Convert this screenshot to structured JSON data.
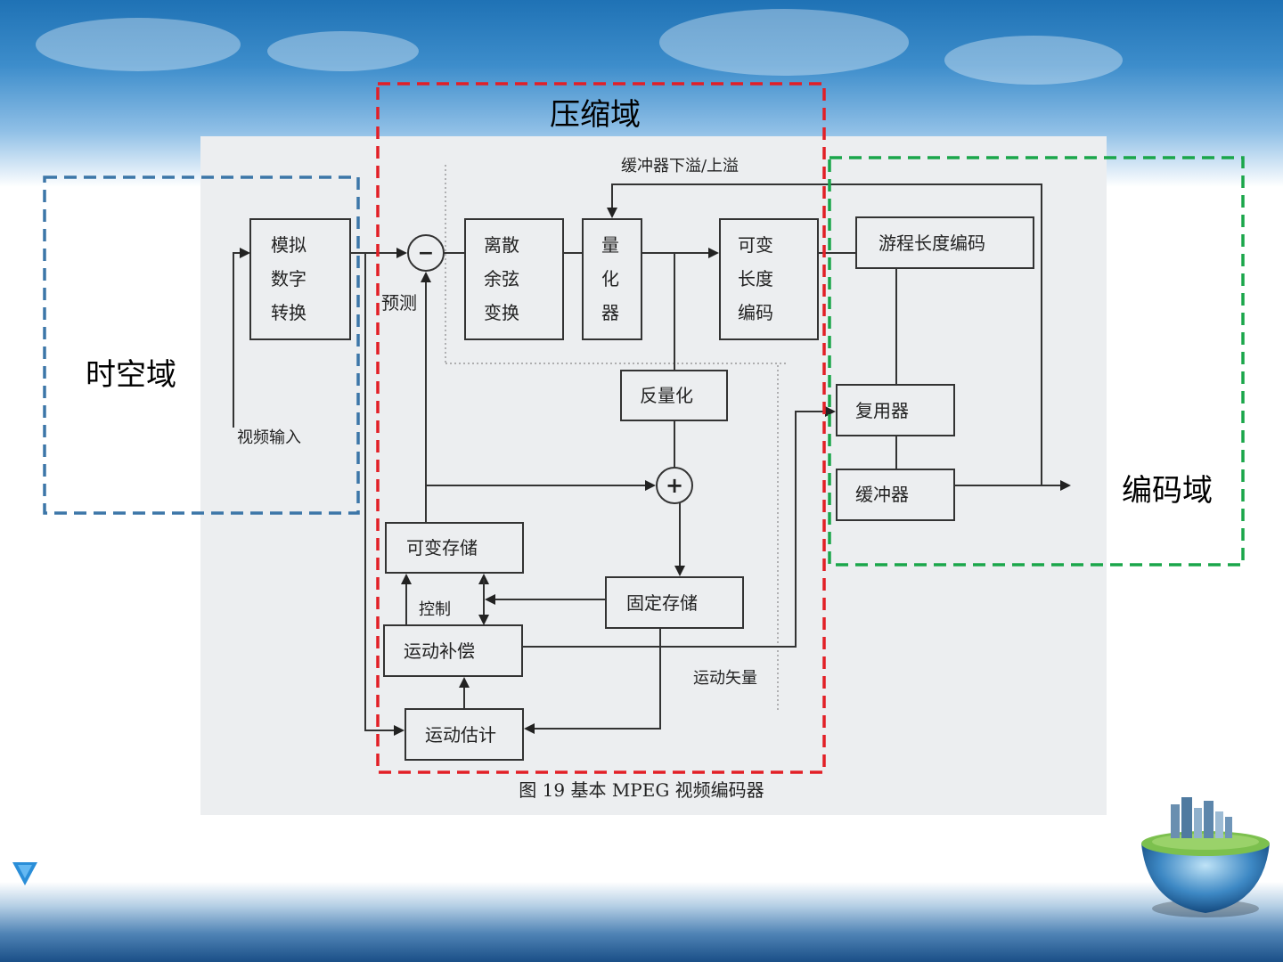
{
  "regions": {
    "compressed": "压缩域",
    "spatiotemporal": "时空域",
    "encoding": "编码域"
  },
  "blocks": {
    "adc": [
      "模拟",
      "数字",
      "转换"
    ],
    "dct": [
      "离散",
      "余弦",
      "变换"
    ],
    "quantizer": [
      "量",
      "化",
      "器"
    ],
    "vlc": [
      "可变",
      "长度",
      "编码"
    ],
    "rle": "游程长度编码",
    "dequant": "反量化",
    "mux": "复用器",
    "buffer": "缓冲器",
    "var_store": "可变存储",
    "fixed_store": "固定存储",
    "motion_comp": "运动补偿",
    "motion_est": "运动估计"
  },
  "labels": {
    "buffer_flow": "缓冲器下溢/上溢",
    "prediction": "预测",
    "video_input": "视频输入",
    "control": "控制",
    "motion_vector": "运动矢量",
    "caption": "图 19  基本 MPEG 视频编码器",
    "minus": "−",
    "plus": "+"
  },
  "colors": {
    "compressed_border": "#e21f26",
    "spatiotemporal_border": "#3c76a8",
    "encoding_border": "#1aa64a",
    "diagram_bg": "#eceef0"
  }
}
